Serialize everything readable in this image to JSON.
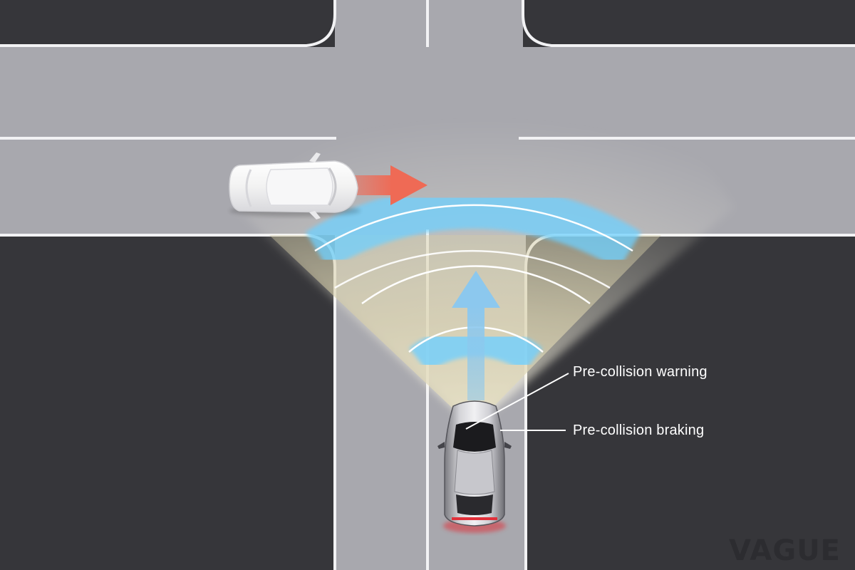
{
  "labels": {
    "pre_collision_warning": "Pre-collision warning",
    "pre_collision_braking": "Pre-collision braking"
  },
  "watermark": "VAGUE",
  "colors": {
    "block": "#36363a",
    "road": "#a8a8ae",
    "lane_line": "#f2f2f4",
    "sensor_wave": "#6fd0ff",
    "crossing_arrow": "#ef6a55",
    "travel_arrow": "#8cc8ee",
    "brake_light": "#e0303a"
  },
  "icons": {
    "crossing_vehicle": "white-car-top-view",
    "ego_vehicle": "silver-car-top-view"
  }
}
